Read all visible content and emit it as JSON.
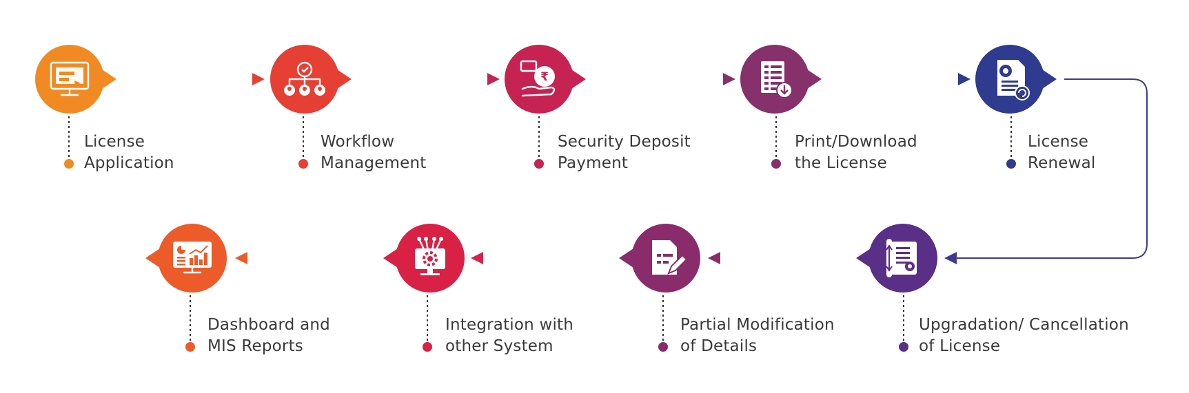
{
  "steps": [
    {
      "id": "license-application",
      "lines": [
        "License",
        "Application"
      ],
      "color": "#f28a23",
      "icon": "monitor-form-icon"
    },
    {
      "id": "workflow-management",
      "lines": [
        "Workflow",
        "Management"
      ],
      "color": "#e63f34",
      "icon": "workflow-people-gear-icon"
    },
    {
      "id": "security-deposit-payment",
      "lines": [
        "Security Deposit",
        "Payment"
      ],
      "color": "#c72352",
      "icon": "rupee-hand-payment-icon"
    },
    {
      "id": "print-download-license",
      "lines": [
        "Print/Download",
        "the License"
      ],
      "color": "#86306c",
      "icon": "document-download-icon"
    },
    {
      "id": "license-renewal",
      "lines": [
        "License",
        "Renewal"
      ],
      "color": "#2e3b8f",
      "icon": "certificate-renew-icon"
    },
    {
      "id": "upgradation-cancellation",
      "lines": [
        "Upgradation/ Cancellation",
        "of License"
      ],
      "color": "#5a2f87",
      "icon": "scroll-certificate-icon"
    },
    {
      "id": "partial-modification",
      "lines": [
        "Partial Modification",
        "of Details"
      ],
      "color": "#8a2c6c",
      "icon": "document-edit-icon"
    },
    {
      "id": "integration-other-system",
      "lines": [
        "Integration with",
        "other System"
      ],
      "color": "#d92045",
      "icon": "monitor-gear-network-icon"
    },
    {
      "id": "dashboard-mis-reports",
      "lines": [
        "Dashboard and",
        "MIS Reports"
      ],
      "color": "#ec5b29",
      "icon": "dashboard-chart-icon"
    }
  ]
}
